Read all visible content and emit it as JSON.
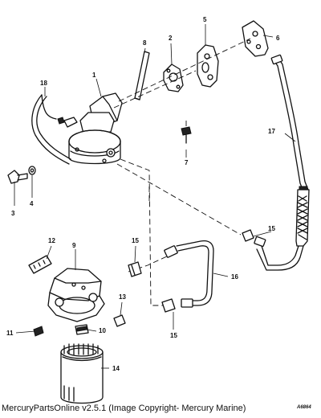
{
  "callouts": {
    "c1": "1",
    "c2": "2",
    "c3": "3",
    "c4": "4",
    "c5": "5",
    "c6": "6",
    "c7": "7",
    "c8": "8",
    "c9": "9",
    "c10": "10",
    "c11": "11",
    "c12": "12",
    "c13": "13",
    "c14": "14",
    "c15a": "15",
    "c15b": "15",
    "c15c": "15",
    "c16": "16",
    "c17": "17",
    "c18": "18"
  },
  "caption": "MercuryPartsOnline v2.5.1 (Image Copyright- Mercury Marine)",
  "drawing_number": "A6864"
}
